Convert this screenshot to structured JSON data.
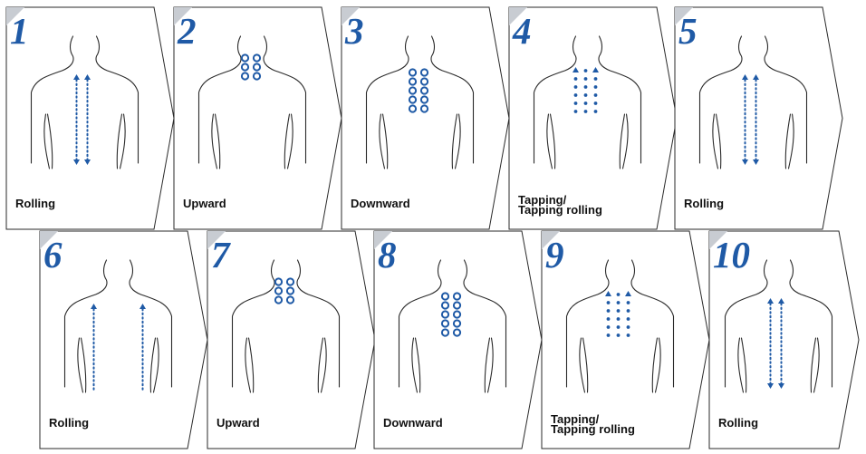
{
  "colors": {
    "accent": "#1f5aa6",
    "outline": "#2a2a2a",
    "corner": "#c8ccd2"
  },
  "panels": [
    {
      "number": "1",
      "label_lines": [
        "Rolling"
      ],
      "technique": "rolling"
    },
    {
      "number": "2",
      "label_lines": [
        "Upward"
      ],
      "technique": "upward"
    },
    {
      "number": "3",
      "label_lines": [
        "Downward"
      ],
      "technique": "downward"
    },
    {
      "number": "4",
      "label_lines": [
        "Tapping/",
        "Tapping rolling"
      ],
      "technique": "tapping"
    },
    {
      "number": "5",
      "label_lines": [
        "Rolling"
      ],
      "technique": "rolling"
    },
    {
      "number": "6",
      "label_lines": [
        "Rolling"
      ],
      "technique": "rolling-up"
    },
    {
      "number": "7",
      "label_lines": [
        "Upward"
      ],
      "technique": "upward"
    },
    {
      "number": "8",
      "label_lines": [
        "Downward"
      ],
      "technique": "downward"
    },
    {
      "number": "9",
      "label_lines": [
        "Tapping/",
        "Tapping rolling"
      ],
      "technique": "tapping"
    },
    {
      "number": "10",
      "label_lines": [
        "Rolling"
      ],
      "technique": "rolling"
    }
  ]
}
